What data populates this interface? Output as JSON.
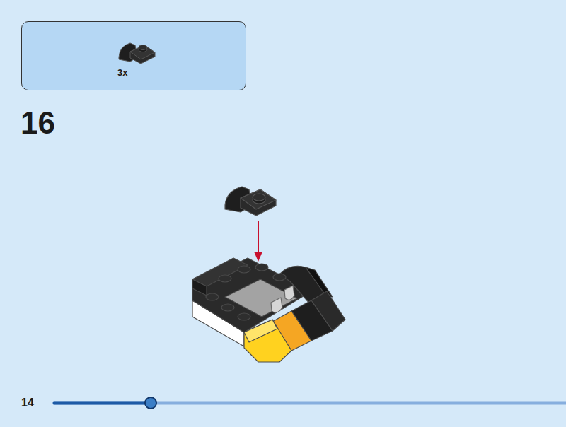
{
  "diagram": {
    "nodes": [
      {
        "text": [
          "3x"
        ]
      }
    ],
    "labels": [
      "16",
      "14"
    ]
  }
}
